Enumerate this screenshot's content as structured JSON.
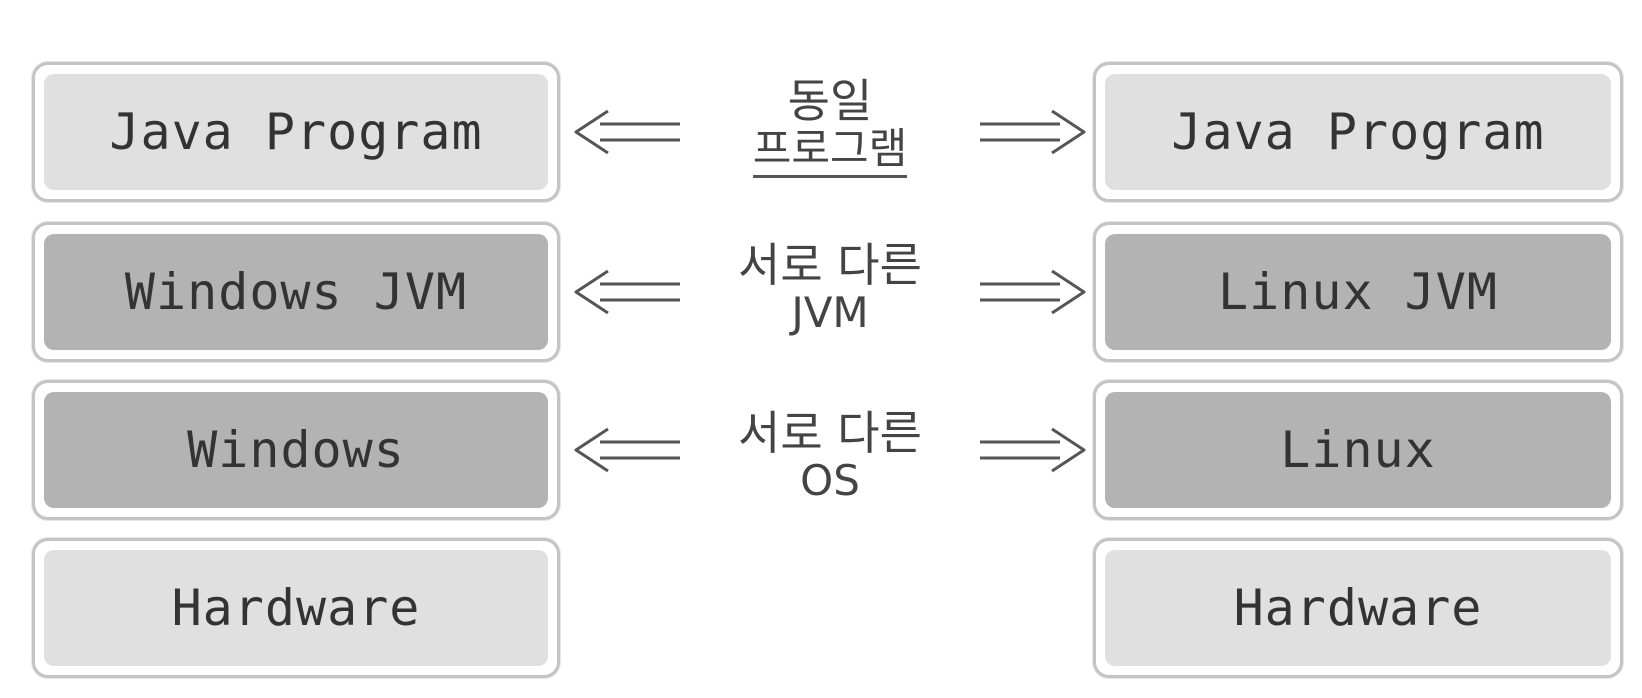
{
  "left_stack": {
    "program": "Java Program",
    "jvm": "Windows JVM",
    "os": "Windows",
    "hardware": "Hardware"
  },
  "right_stack": {
    "program": "Java Program",
    "jvm": "Linux JVM",
    "os": "Linux",
    "hardware": "Hardware"
  },
  "comparisons": {
    "program": {
      "line1": "동일",
      "line2": "프로그램"
    },
    "jvm": {
      "line1": "서로 다른",
      "line2": "JVM"
    },
    "os": {
      "line1": "서로 다른",
      "line2": "OS"
    }
  },
  "colors": {
    "light_box": "#e0e0e0",
    "dark_box": "#b3b3b3",
    "border": "#c4c4c4",
    "text": "#333333",
    "arrow": "#555555"
  }
}
